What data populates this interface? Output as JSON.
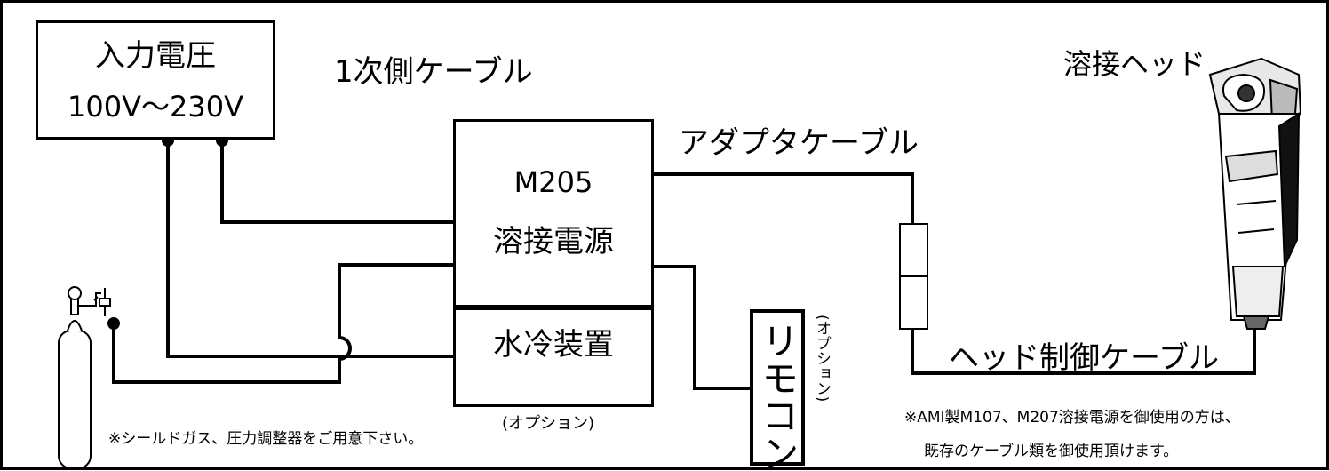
{
  "input_voltage": {
    "title": "入力電圧",
    "range": "100V～230V"
  },
  "primary_cable": "1次側ケーブル",
  "welding_head": "溶接ヘッド",
  "adapter_cable": "アダプタケーブル",
  "power_source": {
    "model": "M205",
    "name": "溶接電源"
  },
  "water_cooler": {
    "name": "水冷装置",
    "option": "(オプション)"
  },
  "remote": {
    "name": "リモコン",
    "option": "(オプション)"
  },
  "head_control_cable": "ヘッド制御ケーブル",
  "notes": {
    "gas": "※シールドガス、圧力調整器をご用意下さい。",
    "ami_line1": "※AMI製M107、M207溶接電源を御使用の方は、",
    "ami_line2": "既存のケーブル類を御使用頂けます。"
  }
}
